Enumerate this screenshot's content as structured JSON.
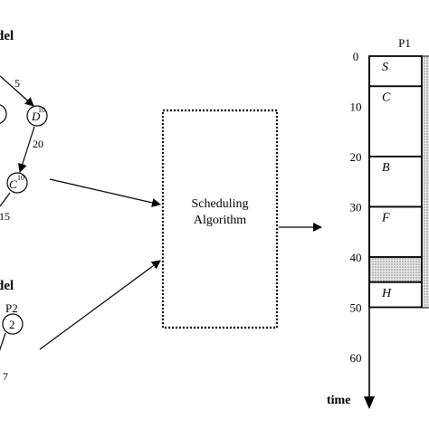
{
  "task_model": {
    "title_fragment": "del",
    "nodes": [
      {
        "id": "D",
        "label": "D",
        "weight": "10"
      },
      {
        "id": "C",
        "label": "C",
        "weight": "10"
      }
    ],
    "edges": [
      {
        "from": "offscreen",
        "to": "D",
        "label": "5"
      },
      {
        "from": "D",
        "to": "C",
        "label": "20"
      },
      {
        "from": "C",
        "to": "offscreen",
        "label": "15"
      }
    ]
  },
  "platform_model": {
    "title_fragment": "del",
    "processor_label": "P2",
    "processor_node": "2",
    "link_label": "7"
  },
  "scheduler": {
    "line1": "Scheduling",
    "line2": "Algorithm"
  },
  "gantt": {
    "processor_label": "P1",
    "axis_title": "time",
    "ticks": [
      "0",
      "10",
      "20",
      "30",
      "40",
      "50",
      "60"
    ],
    "tasks": [
      {
        "label": "S",
        "start": 0,
        "end": 6
      },
      {
        "label": "C",
        "start": 6,
        "end": 20
      },
      {
        "label": "B",
        "start": 20,
        "end": 30
      },
      {
        "label": "F",
        "start": 30,
        "end": 40
      },
      {
        "label": "",
        "start": 40,
        "end": 45,
        "idle": true
      },
      {
        "label": "H",
        "start": 45,
        "end": 50
      }
    ]
  }
}
